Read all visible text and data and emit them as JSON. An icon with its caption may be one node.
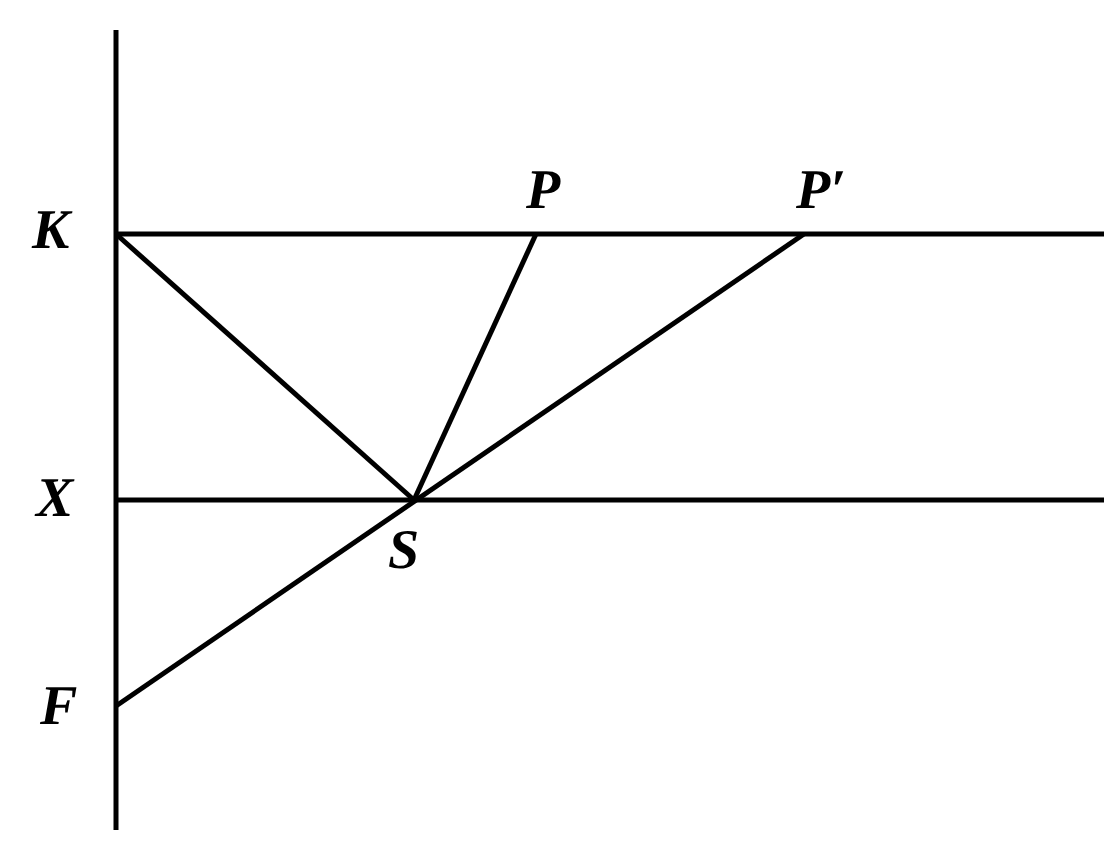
{
  "diagram": {
    "labels": [
      "K",
      "P",
      "P′",
      "X",
      "S",
      "F"
    ]
  }
}
